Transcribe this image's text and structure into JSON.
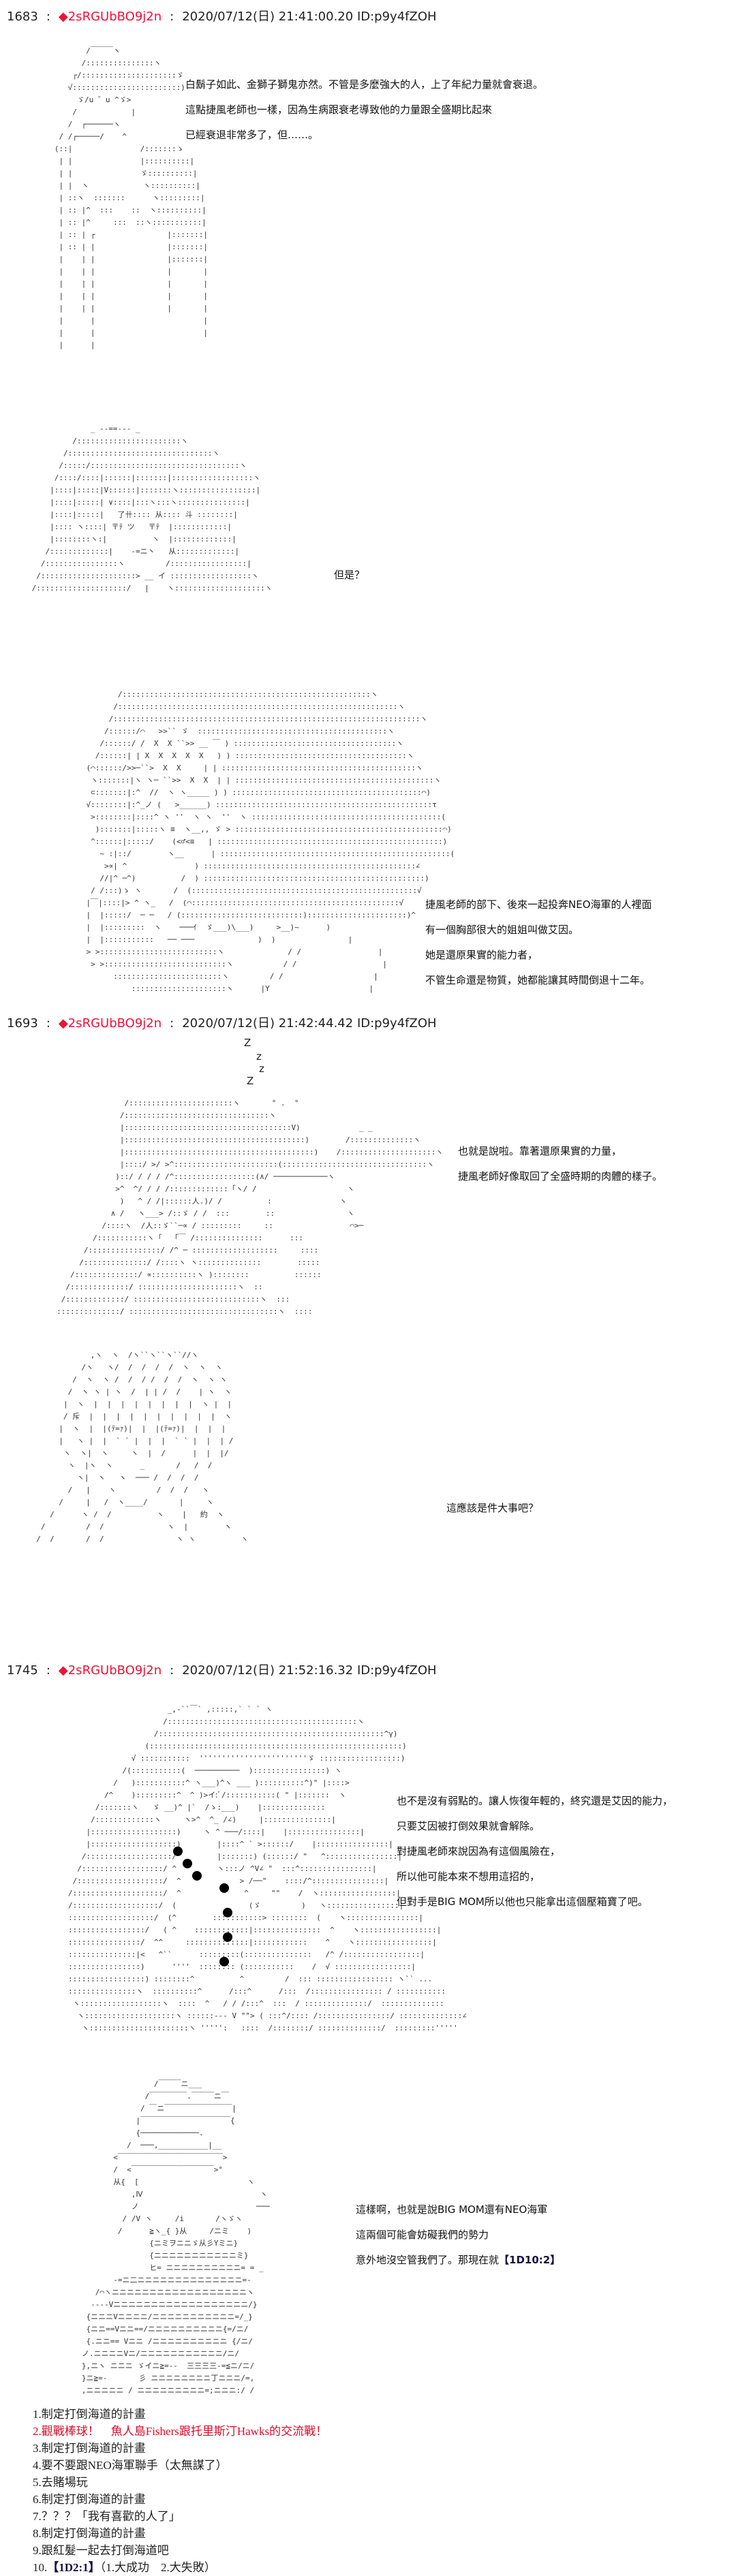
{
  "posts": [
    {
      "number": "1683",
      "trip": "◆2sRGUbBO9j2n",
      "datetime": "2020/07/12(日) 21:41:00.20",
      "id": "ID:p9y4fZOH",
      "panels": [
        {
          "lines": [
            "白鬍子如此、金獅子獅鬼亦然。不管是多麼強大的人，上了年紀力量就會衰退。",
            "這點捷風老師也一樣，因為生病跟衰老導致他的力量跟全盛期比起來",
            "已經衰退非常多了，但……。"
          ]
        },
        {
          "lines": [
            "但是？"
          ]
        },
        {
          "lines": [
            "捷風老師的部下、後來一起投奔NEO海軍的人裡面",
            "有一個胸部很大的姐姐叫做艾因。",
            "她是還原果實的能力者，",
            "不管生命還是物質，她都能讓其時間倒退十二年。"
          ]
        }
      ]
    },
    {
      "number": "1693",
      "trip": "◆2sRGUbBO9j2n",
      "datetime": "2020/07/12(日) 21:42:44.42",
      "id": "ID:p9y4fZOH",
      "panels": [
        {
          "sleep_marks": [
            "Z",
            "z",
            "z",
            "Z"
          ],
          "lines": [
            "也就是說啦。靠著還原果實的力量，",
            "捷風老師好像取回了全盛時期的肉體的樣子。"
          ]
        },
        {
          "lines": [
            "這應該是件大事吧？"
          ]
        }
      ]
    },
    {
      "number": "1745",
      "trip": "◆2sRGUbBO9j2n",
      "datetime": "2020/07/12(日) 21:52:16.32",
      "id": "ID:p9y4fZOH",
      "panels": [
        {
          "lines": [
            "也不是沒有弱點的。讓人恢復年輕的，終究還是艾因的能力，",
            "只要艾因被打倒效果就會解除。",
            "對捷風老師來說因為有這個風險在，",
            "所以他可能本來不想用這招的，",
            "但對手是BIG MOM所以他也只能拿出這個壓箱寶了吧。"
          ]
        },
        {
          "lines": [
            "這樣啊，也就是說BIG MOM還有NEO海軍",
            "這兩個可能會妨礙我們的勢力",
            "意外地沒空管我們了。那現在就"
          ],
          "dice": "【1D10:2】"
        }
      ],
      "choices": [
        {
          "text": "1.制定打倒海道的計畫",
          "highlight": false
        },
        {
          "text": "2.觀戰棒球！　魚人島Fishers跟托里斯汀Hawks的交流戰！",
          "highlight": true
        },
        {
          "text": "3.制定打倒海道的計畫",
          "highlight": false
        },
        {
          "text": "4.要不要跟NEO海軍聯手（太無謀了）",
          "highlight": false
        },
        {
          "text": "5.去賭場玩",
          "highlight": false
        },
        {
          "text": "6.制定打倒海道的計畫",
          "highlight": false
        },
        {
          "text": "7.？？？「我有喜歡的人了」",
          "highlight": false
        },
        {
          "text": "8.制定打倒海道的計畫",
          "highlight": false
        },
        {
          "text": "9.跟紅髮一起去打倒海道吧",
          "highlight": false
        }
      ],
      "choice_10": {
        "prefix": "10.",
        "dice": "【1D2:1】",
        "suffix": "（1.大成功　2.大失敗）"
      }
    }
  ],
  "colors": {
    "trip": "#e8153a",
    "highlight_choice": "#d0102c",
    "text": "#111111",
    "background": "#ffffff"
  }
}
